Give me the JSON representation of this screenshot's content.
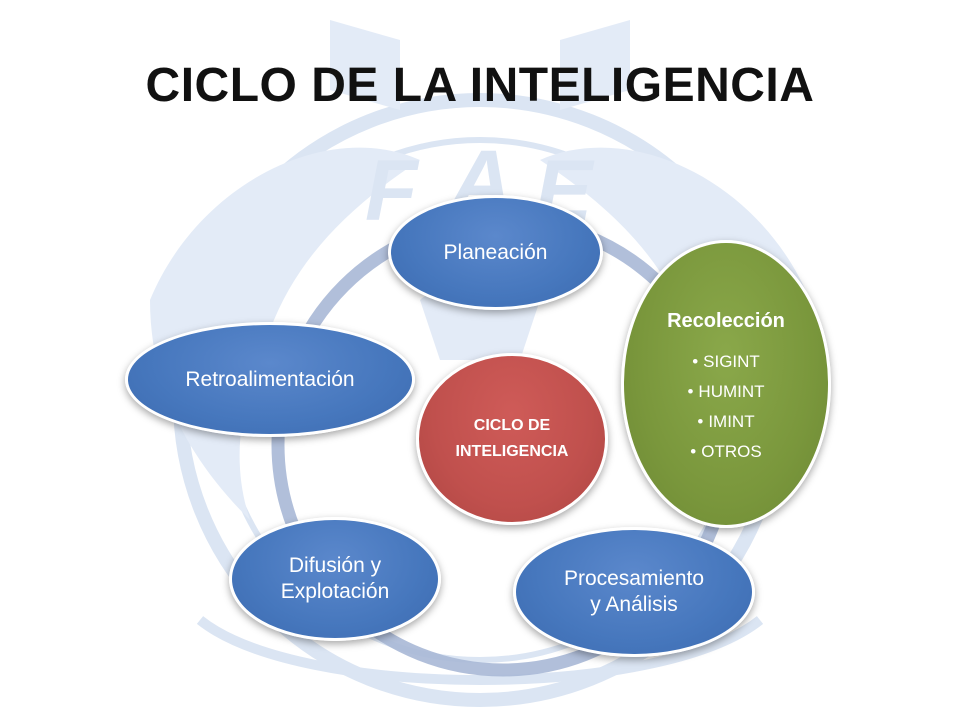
{
  "title": "CICLO DE LA INTELIGENCIA",
  "diagram": {
    "center": {
      "line1": "CICLO DE",
      "line2": "INTELIGENCIA",
      "color": "#c0504d"
    },
    "stages": {
      "planeacion": {
        "label": "Planeación",
        "color": "#4677bd"
      },
      "recoleccion": {
        "label": "Recolección",
        "color": "#7a973c",
        "items": [
          "SIGINT",
          "HUMINT",
          "IMINT",
          "OTROS"
        ]
      },
      "procesamiento": {
        "line1": "Procesamiento",
        "line2": "y Análisis",
        "color": "#4677bd"
      },
      "difusion": {
        "line1": "Difusión y",
        "line2": "Explotación",
        "color": "#4677bd"
      },
      "retroalimentacion": {
        "label": "Retroalimentación",
        "color": "#4677bd"
      }
    },
    "ring_color": "#a9b8d6"
  },
  "watermark": {
    "letters": [
      "F",
      "A",
      "E"
    ],
    "color": "#dce6f4"
  }
}
